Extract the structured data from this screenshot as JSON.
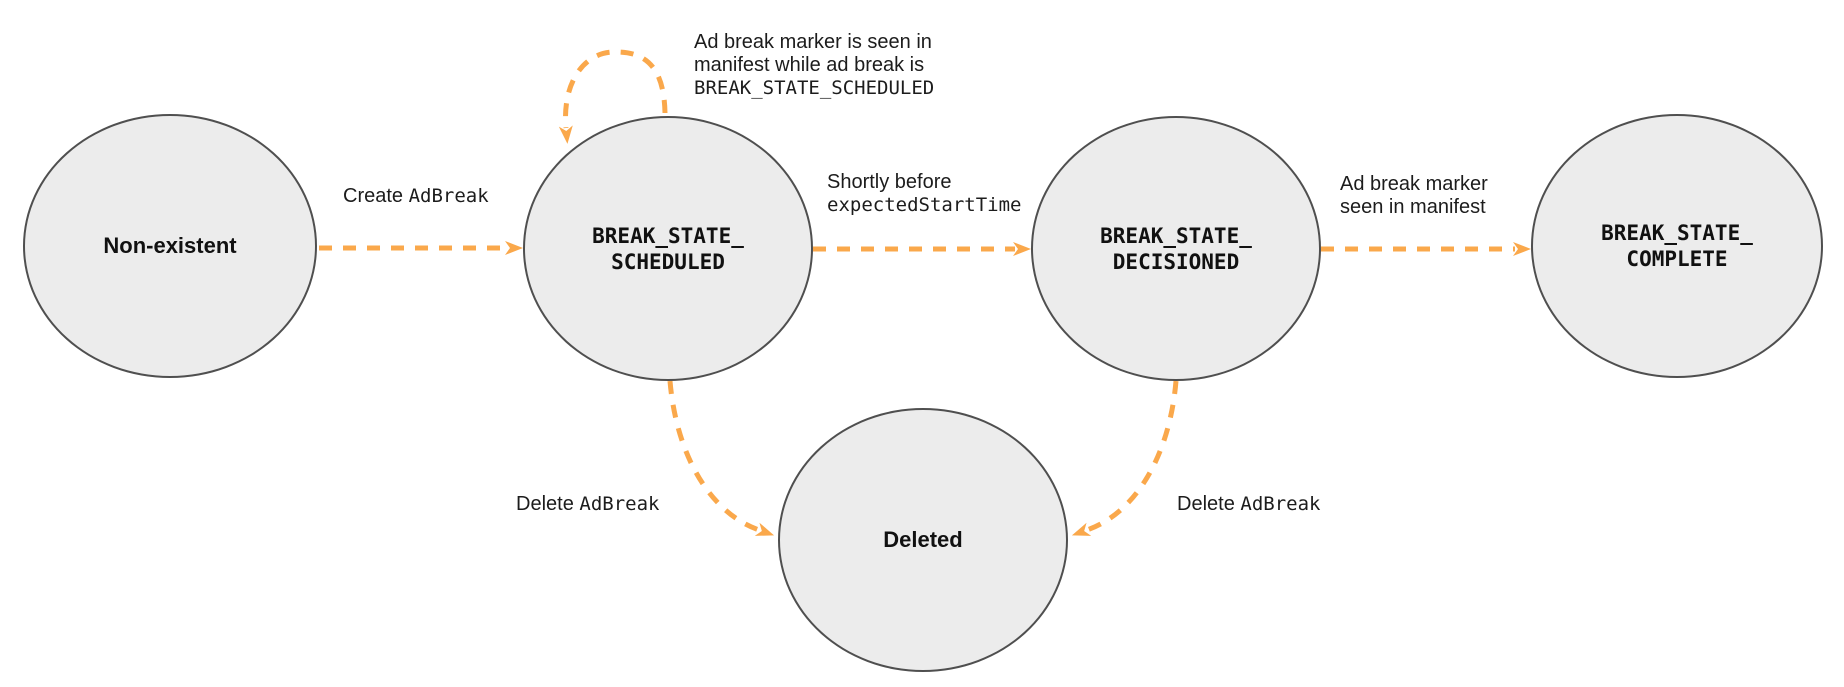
{
  "colors": {
    "arrow": "#FAA84B",
    "node_fill": "#ECECEC",
    "node_border": "#4F4F4F",
    "text": "#1C1C1C"
  },
  "nodes": {
    "non_existent": {
      "label": "Non-existent"
    },
    "scheduled": {
      "line1": "BREAK_STATE_",
      "line2": "SCHEDULED"
    },
    "decisioned": {
      "line1": "BREAK_STATE_",
      "line2": "DECISIONED"
    },
    "complete": {
      "line1": "BREAK_STATE_",
      "line2": "COMPLETE"
    },
    "deleted": {
      "label": "Deleted"
    }
  },
  "edges": {
    "create": {
      "from": "non_existent",
      "to": "scheduled",
      "prefix": "Create ",
      "code": "AdBreak"
    },
    "self_loop": {
      "from": "scheduled",
      "to": "scheduled",
      "line1": "Ad break marker is seen in",
      "line2": "manifest while ad break is",
      "code": "BREAK_STATE_SCHEDULED"
    },
    "shortly": {
      "from": "scheduled",
      "to": "decisioned",
      "line1": "Shortly before",
      "code": "expectedStartTime"
    },
    "marker_seen": {
      "from": "decisioned",
      "to": "complete",
      "line1": "Ad break marker",
      "line2": "seen in manifest"
    },
    "delete_from_scheduled": {
      "from": "scheduled",
      "to": "deleted",
      "prefix": "Delete ",
      "code": "AdBreak"
    },
    "delete_from_decisioned": {
      "from": "decisioned",
      "to": "deleted",
      "prefix": "Delete ",
      "code": "AdBreak"
    }
  }
}
